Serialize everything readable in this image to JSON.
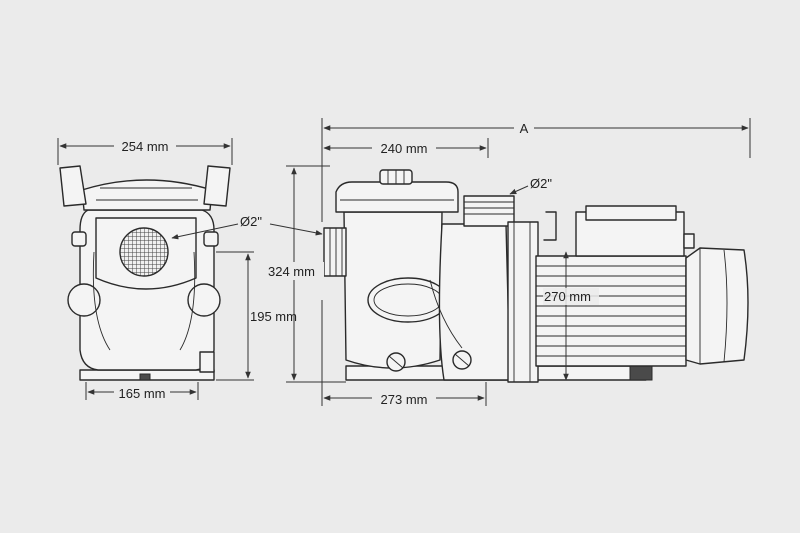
{
  "labels": {
    "front_width": "254 mm",
    "front_base": "165 mm",
    "front_height": "195 mm",
    "front_inlet": "Ø2\"",
    "side_height": "324 mm",
    "side_top": "240 mm",
    "side_bottom": "273 mm",
    "side_total": "A",
    "side_outlet": "Ø2\"",
    "motor_height": "270 mm"
  }
}
